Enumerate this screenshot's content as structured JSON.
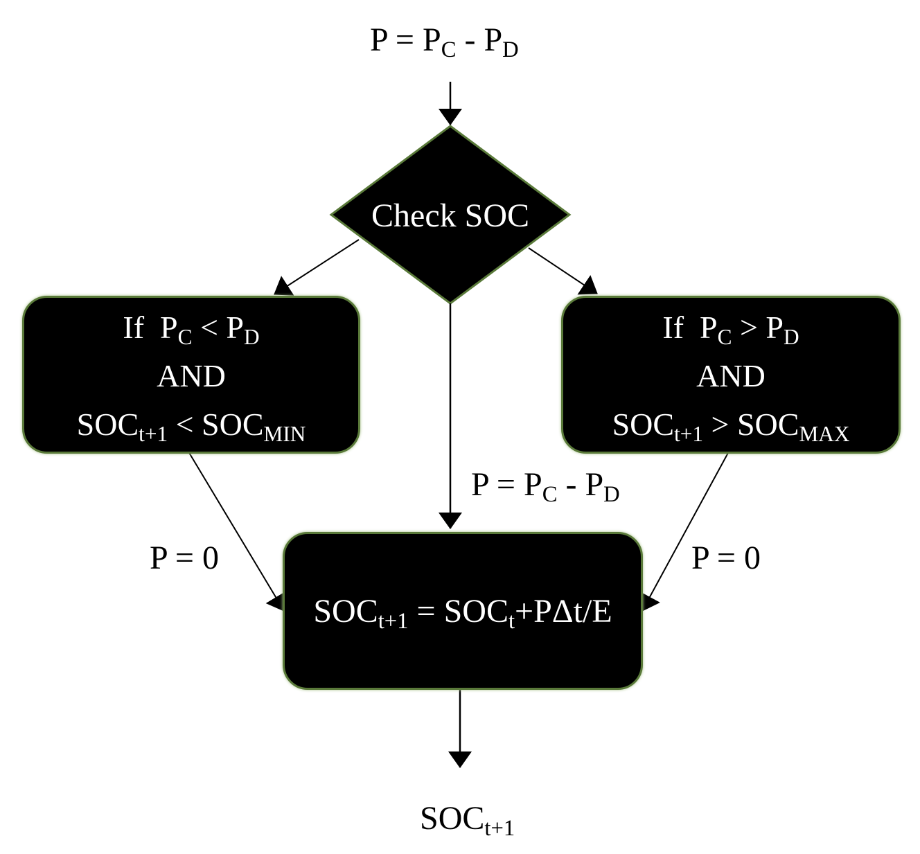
{
  "diagram": {
    "top_formula": {
      "lhs": "P",
      "eq": " = ",
      "a": "P",
      "a_sub": "C",
      "op": " - ",
      "b": "P",
      "b_sub": "D"
    },
    "decision": {
      "label": "Check SOC"
    },
    "left_box": {
      "line1_if": "If",
      "line1_a": "P",
      "line1_a_sub": "C",
      "line1_op": " < ",
      "line1_b": "P",
      "line1_b_sub": "D",
      "line2": "AND",
      "line3_a": "SOC",
      "line3_a_sub": "t+1",
      "line3_op": " < ",
      "line3_b": "SOC",
      "line3_b_sub": "MIN"
    },
    "right_box": {
      "line1_if": "If",
      "line1_a": "P",
      "line1_a_sub": "C",
      "line1_op": " > ",
      "line1_b": "P",
      "line1_b_sub": "D",
      "line2": "AND",
      "line3_a": "SOC",
      "line3_a_sub": "t+1",
      "line3_op": " > ",
      "line3_b": "SOC",
      "line3_b_sub": "MAX"
    },
    "middle_formula": {
      "lhs": "P",
      "eq": " = ",
      "a": "P",
      "a_sub": "C",
      "op": " - ",
      "b": "P",
      "b_sub": "D"
    },
    "left_edge_label": "P = 0",
    "right_edge_label": "P = 0",
    "update_box": {
      "a": "SOC",
      "a_sub": "t+1",
      "eq": " = ",
      "b": "SOC",
      "b_sub": "t",
      "rest": "+PΔt/E"
    },
    "output": {
      "a": "SOC",
      "a_sub": "t+1"
    },
    "colors": {
      "node_fill": "#000000",
      "node_border": "#5a7a3a",
      "node_text": "#ffffff",
      "arrow": "#000000"
    }
  }
}
